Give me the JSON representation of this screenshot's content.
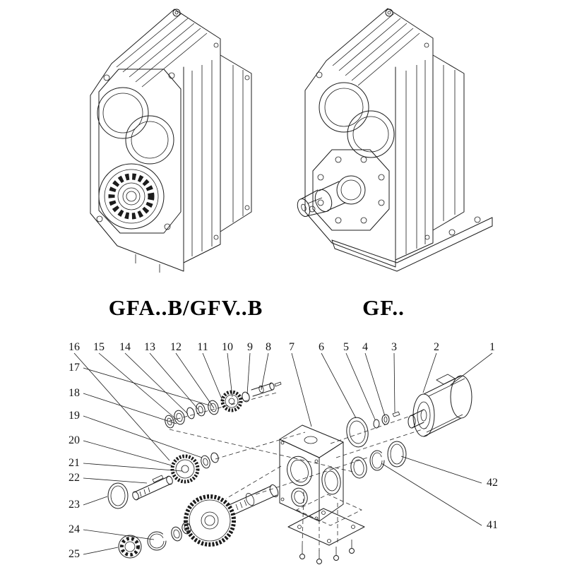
{
  "page": {
    "background": "#ffffff",
    "line_color": "#1c1c1c"
  },
  "models": {
    "left": "GFA..B/GFV..B",
    "right": "GF.."
  },
  "callouts": {
    "top_row": [
      "16",
      "15",
      "14",
      "13",
      "12",
      "11",
      "10",
      "9",
      "8",
      "7",
      "6",
      "5",
      "4",
      "3",
      "2",
      "1"
    ],
    "left_column": [
      "17",
      "18",
      "19",
      "20",
      "21",
      "22",
      "23",
      "24",
      "25"
    ],
    "right_column": [
      "42",
      "41"
    ]
  }
}
